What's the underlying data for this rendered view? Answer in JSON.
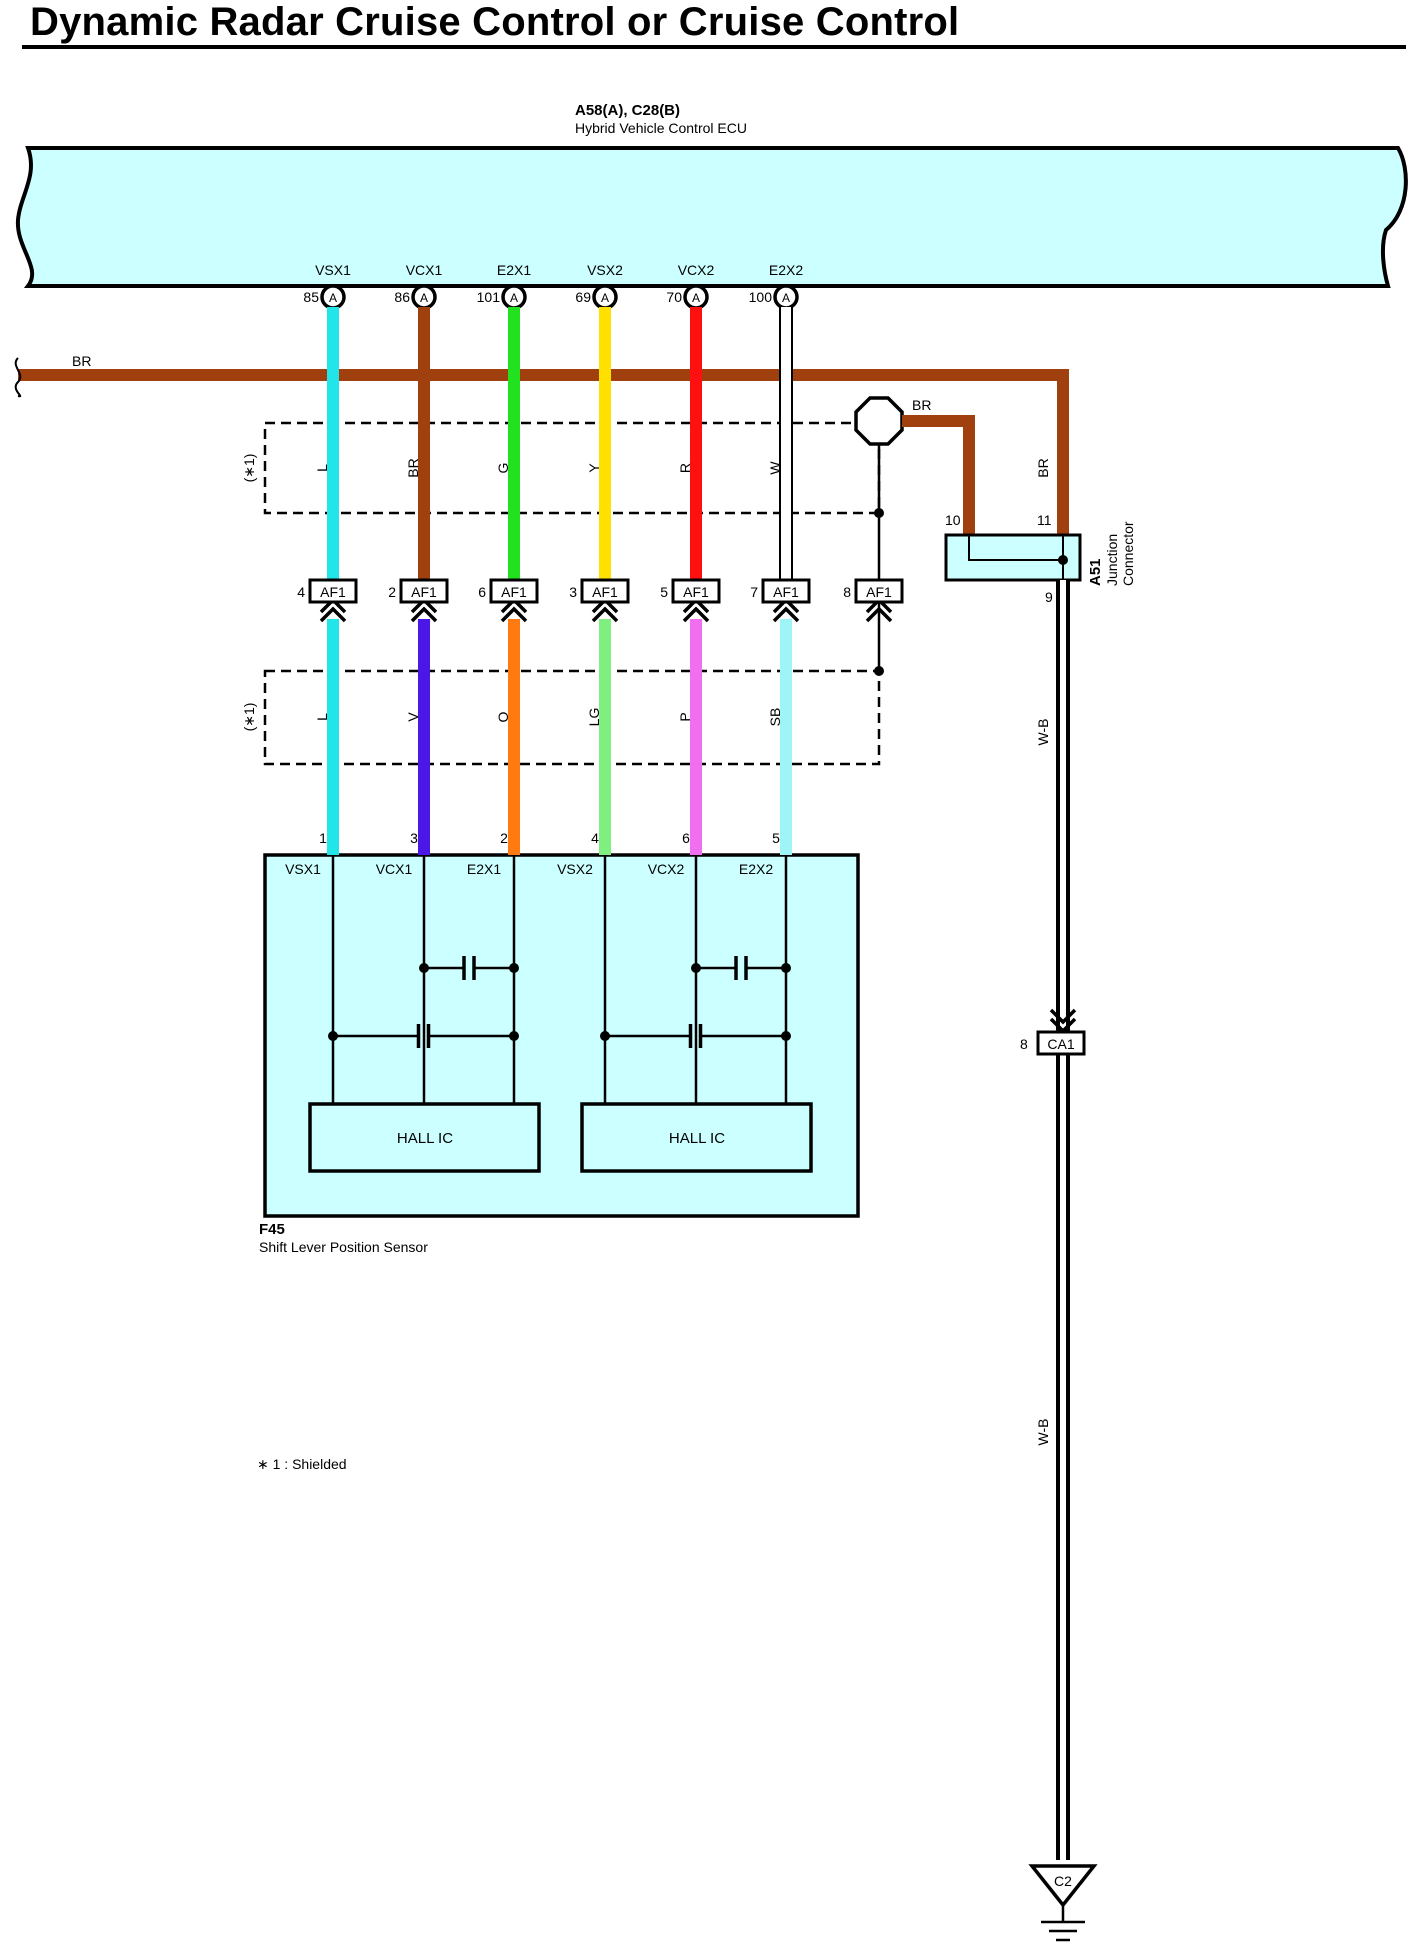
{
  "title": "Dynamic Radar Cruise Control or Cruise Control",
  "ecu": {
    "code": "A58(A), C28(B)",
    "name": "Hybrid Vehicle Control ECU",
    "connector_letter": "A"
  },
  "ecu_pins": [
    {
      "signal": "VSX1",
      "pin": "85"
    },
    {
      "signal": "VCX1",
      "pin": "86"
    },
    {
      "signal": "E2X1",
      "pin": "101"
    },
    {
      "signal": "VSX2",
      "pin": "69"
    },
    {
      "signal": "VCX2",
      "pin": "70"
    },
    {
      "signal": "E2X2",
      "pin": "100"
    }
  ],
  "upper_wire_colors": [
    "L",
    "BR",
    "G",
    "Y",
    "R",
    "W"
  ],
  "lower_wire_colors": [
    "L",
    "V",
    "O",
    "LG",
    "P",
    "SB"
  ],
  "wire_hex_upper": [
    "#22e5ea",
    "#a0400e",
    "#22e21f",
    "#ffe000",
    "#ff1010",
    "#ffffff"
  ],
  "wire_hex_lower": [
    "#22e5ea",
    "#4b17e6",
    "#ff7a10",
    "#7ff07f",
    "#f26ef0",
    "#9ff5f5"
  ],
  "brown_hex": "#a0400e",
  "af1_pins": [
    "4",
    "2",
    "6",
    "3",
    "5",
    "7",
    "8"
  ],
  "af1_label": "AF1",
  "shield_marker": "(∗1)",
  "br_label": "BR",
  "junction": {
    "code": "A51",
    "line1": "Junction",
    "line2": "Connector",
    "pin_a": "10",
    "pin_b": "11",
    "pin_c": "9"
  },
  "wb_label": "W-B",
  "ca1": {
    "label": "CA1",
    "pin": "8"
  },
  "ground_label": "C2",
  "sensor": {
    "code": "F45",
    "name": "Shift Lever Position Sensor",
    "pin_numbers": [
      "1",
      "3",
      "2",
      "4",
      "6",
      "5"
    ],
    "pin_names": [
      "VSX1",
      "VCX1",
      "E2X1",
      "VSX2",
      "VCX2",
      "E2X2"
    ],
    "ic_label": "HALL IC"
  },
  "footnote": "∗ 1 : Shielded"
}
